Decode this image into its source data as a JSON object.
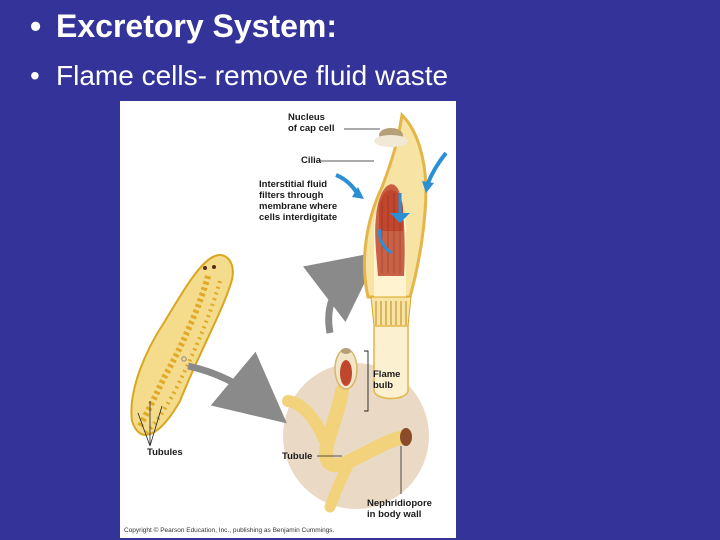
{
  "slide": {
    "bullets": [
      {
        "marker": "•",
        "text": "Excretory System:"
      },
      {
        "marker": "•",
        "text": "Flame cells- remove fluid waste"
      }
    ]
  },
  "figure": {
    "labels": {
      "nucleus": [
        "Nucleus",
        "of cap cell"
      ],
      "cilia": "Cilia",
      "interstitial": [
        "Interstitial fluid",
        "filters through",
        "membrane where",
        "cells interdigitate"
      ],
      "flame_bulb": [
        "Flame",
        "bulb"
      ],
      "tubule": "Tubule",
      "tubules": "Tubules",
      "nephridiopore": [
        "Nephridiopore",
        "in body wall"
      ]
    },
    "copyright": "Copyright © Pearson Education, Inc., publishing as Benjamin Cummings."
  },
  "colors": {
    "background": "#333399",
    "text": "#ffffff",
    "flatworm": "#e8b830",
    "tubule": "#f2d27a",
    "muscle": "#c0462e",
    "circle": "#ead9c4",
    "arrow_blue": "#2b8fd6",
    "arrow_gray": "#8a8a8a"
  }
}
